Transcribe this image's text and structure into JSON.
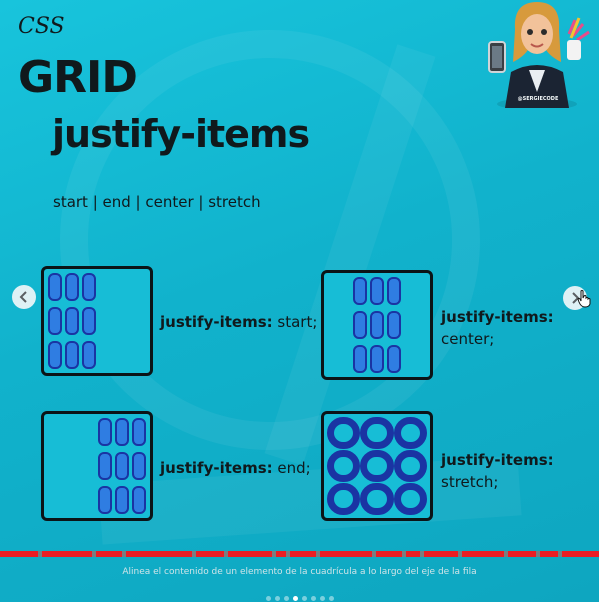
{
  "slide": {
    "css_label": "CSS",
    "grid_title": "GRID",
    "main_title": "justify-items",
    "values_line": "start | end | center | stretch",
    "avatar_tag": "@SERGIECODE",
    "caption": "Alinea el contenido de un elemento de la cuadrícula a lo largo del eje de la fila",
    "demos": [
      {
        "prop": "justify-items:",
        "value": "start;"
      },
      {
        "prop": "justify-items:",
        "value": "center;"
      },
      {
        "prop": "justify-items:",
        "value": "end;"
      },
      {
        "prop": "justify-items:",
        "value": "stretch;"
      }
    ]
  },
  "carousel": {
    "prev_icon": "chevron-left-icon",
    "next_icon": "chevron-right-icon",
    "dot_count": 8,
    "active_dot": 3
  },
  "colors": {
    "background": "#15bcd6",
    "cell_border": "#1a34a3",
    "cell_fill": "#2f7de2",
    "progress_red": "#ea1d24"
  }
}
